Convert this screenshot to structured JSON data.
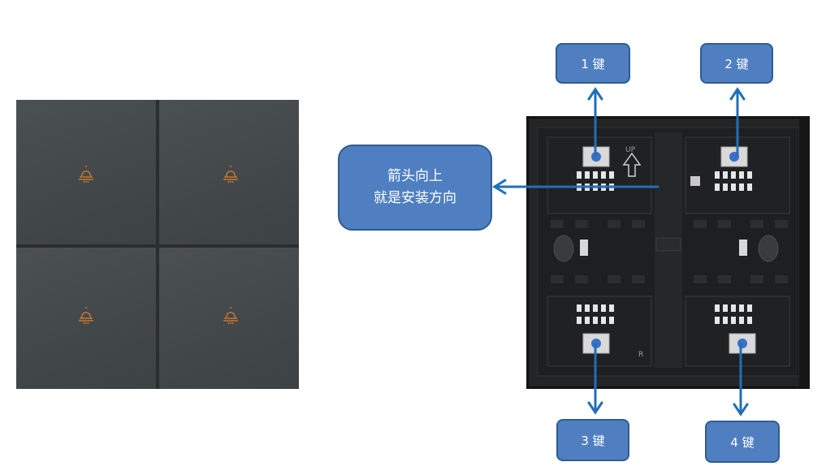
{
  "front_panel": {
    "keys": [
      {
        "icon": "bell-icon"
      },
      {
        "icon": "bell-icon"
      },
      {
        "icon": "bell-icon"
      },
      {
        "icon": "bell-icon"
      }
    ],
    "icon_color": "#c8772a"
  },
  "back_panel": {
    "silk_left": "UP",
    "silk_bottom": "R"
  },
  "callouts": {
    "key1": "1 键",
    "key2": "2 键",
    "key3": "3 键",
    "key4": "4 键",
    "direction_line1": "箭头向上",
    "direction_line2": "就是安装方向"
  },
  "colors": {
    "callout_fill": "#4f7fc0",
    "callout_border": "#2e5c94",
    "arrow": "#1f6fb8"
  }
}
